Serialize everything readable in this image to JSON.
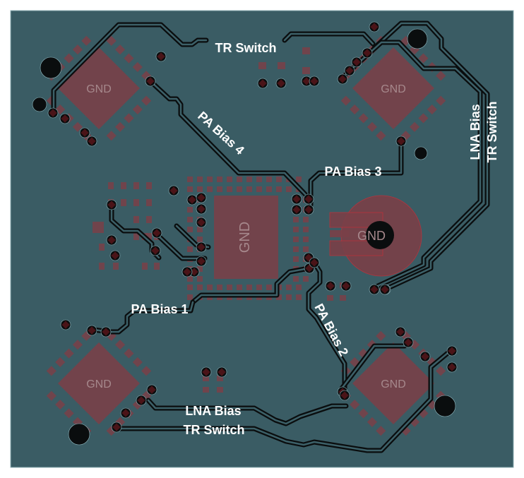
{
  "board": {
    "background_color": "#3a5c64",
    "copper_color": "#7a4048",
    "trace_color": "#0a0d0e",
    "label_color": "#ffffff"
  },
  "labels": {
    "tr_switch_top": "TR Switch",
    "pa_bias_4": "PA Bias 4",
    "pa_bias_3": "PA Bias 3",
    "lna_bias_right": "LNA Bias",
    "tr_switch_right": "TR Switch",
    "pa_bias_1": "PA Bias 1",
    "pa_bias_2": "PA Bias 2",
    "lna_bias_bottom": "LNA Bias",
    "tr_switch_bottom": "TR Switch"
  },
  "components": {
    "ic_top_left": {
      "pad_label": "GND"
    },
    "ic_top_right": {
      "pad_label": "GND"
    },
    "ic_center": {
      "pad_label": "GND"
    },
    "connector_right": {
      "pad_label": "GND"
    },
    "ic_bottom_left": {
      "pad_label": "GND"
    },
    "ic_bottom_right": {
      "pad_label": "GND"
    }
  }
}
